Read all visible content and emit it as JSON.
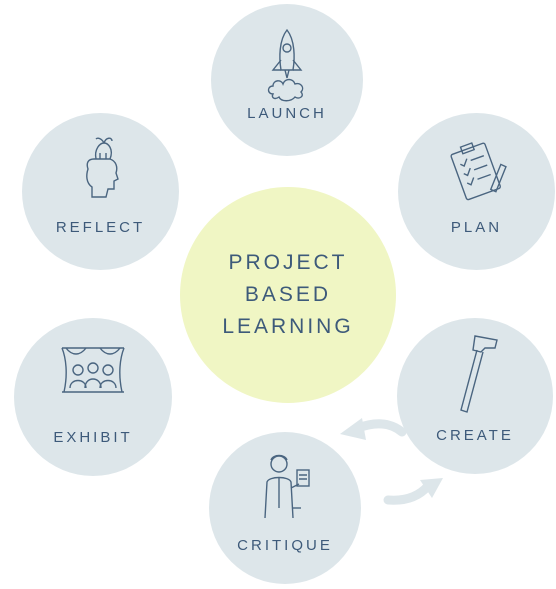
{
  "center": {
    "lines": [
      "PROJECT",
      "BASED",
      "LEARNING"
    ]
  },
  "stages": {
    "launch": {
      "label": "LAUNCH",
      "icon": "rocket-icon"
    },
    "reflect": {
      "label": "REFLECT",
      "icon": "head-lightbulb-icon"
    },
    "plan": {
      "label": "PLAN",
      "icon": "clipboard-checklist-icon"
    },
    "exhibit": {
      "label": "EXHIBIT",
      "icon": "audience-stage-icon"
    },
    "create": {
      "label": "CREATE",
      "icon": "hammer-icon"
    },
    "critique": {
      "label": "CRITIQUE",
      "icon": "presenter-icon"
    }
  },
  "colors": {
    "stage_fill": "#dde6ea",
    "center_fill": "#f0f6c4",
    "text": "#3d5a7a",
    "arrow": "#dde6ea"
  }
}
